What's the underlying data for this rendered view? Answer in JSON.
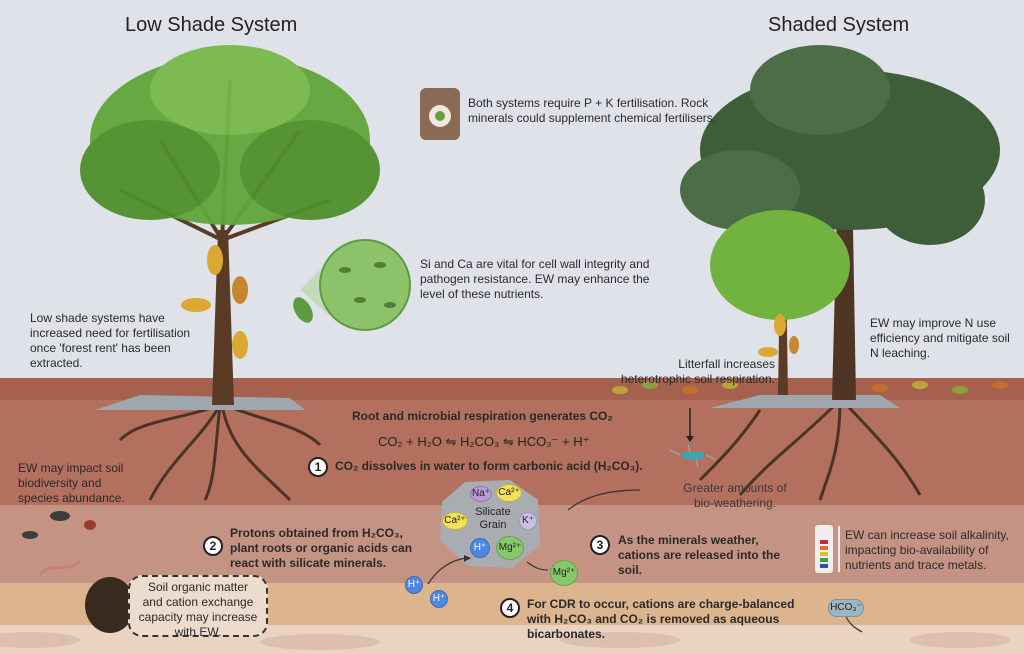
{
  "titles": {
    "left": "Low Shade System",
    "right": "Shaded System"
  },
  "notes": {
    "fertiliser": "Both systems require P + K fertilisation. Rock minerals could supplement chemical fertilisers.",
    "si_ca": "Si and Ca are vital for cell wall integrity and pathogen resistance. EW may enhance the level of these nutrients.",
    "low_shade": "Low shade systems have increased need for fertilisation once 'forest rent' has been extracted.",
    "litterfall": "Litterfall increases heterotrophic soil respiration.",
    "n_use": "EW may improve N use efficiency and mitigate soil N leaching.",
    "biodiversity": "EW may impact soil biodiversity and species abundance.",
    "bioweathering": "Greater amounts of bio-weathering.",
    "alkalinity": "EW can increase soil alkalinity, impacting bio-availability of nutrients and trace metals.",
    "organic_matter": "Soil organic matter and cation exchange capacity may increase with EW."
  },
  "respiration": "Root and microbial respiration generates CO₂",
  "equation": "CO₂ + H₂O ⇋ H₂CO₃ ⇋ HCO₃⁻ + H⁺",
  "steps": [
    {
      "n": "1",
      "text": "CO₂ dissolves in water to form carbonic acid (H₂CO₃)."
    },
    {
      "n": "2",
      "text": "Protons obtained from H₂CO₃, plant roots or organic acids can react with silicate minerals."
    },
    {
      "n": "3",
      "text": "As the minerals weather, cations are released into the soil."
    },
    {
      "n": "4",
      "text": "For CDR to occur, cations are charge-balanced with H₂CO₃ and CO₂ is removed as aqueous bicarbonates."
    }
  ],
  "grain": {
    "label": "Silicate Grain",
    "ions": [
      "Na⁺",
      "Ca²⁺",
      "Ca²⁺",
      "K⁺",
      "H⁺",
      "Mg²⁺"
    ]
  },
  "free_ions": {
    "h1": "H⁺",
    "h2": "H⁺",
    "mg": "Mg²⁺",
    "hco3": "HCO₃⁻"
  },
  "colors": {
    "sky": "#dfe2e9",
    "soil_top": "#a5604e",
    "soil_mid": "#b87264",
    "soil_light": "#c8978a",
    "soil_tan": "#dcb58e",
    "soil_pale": "#ebd3c2"
  }
}
